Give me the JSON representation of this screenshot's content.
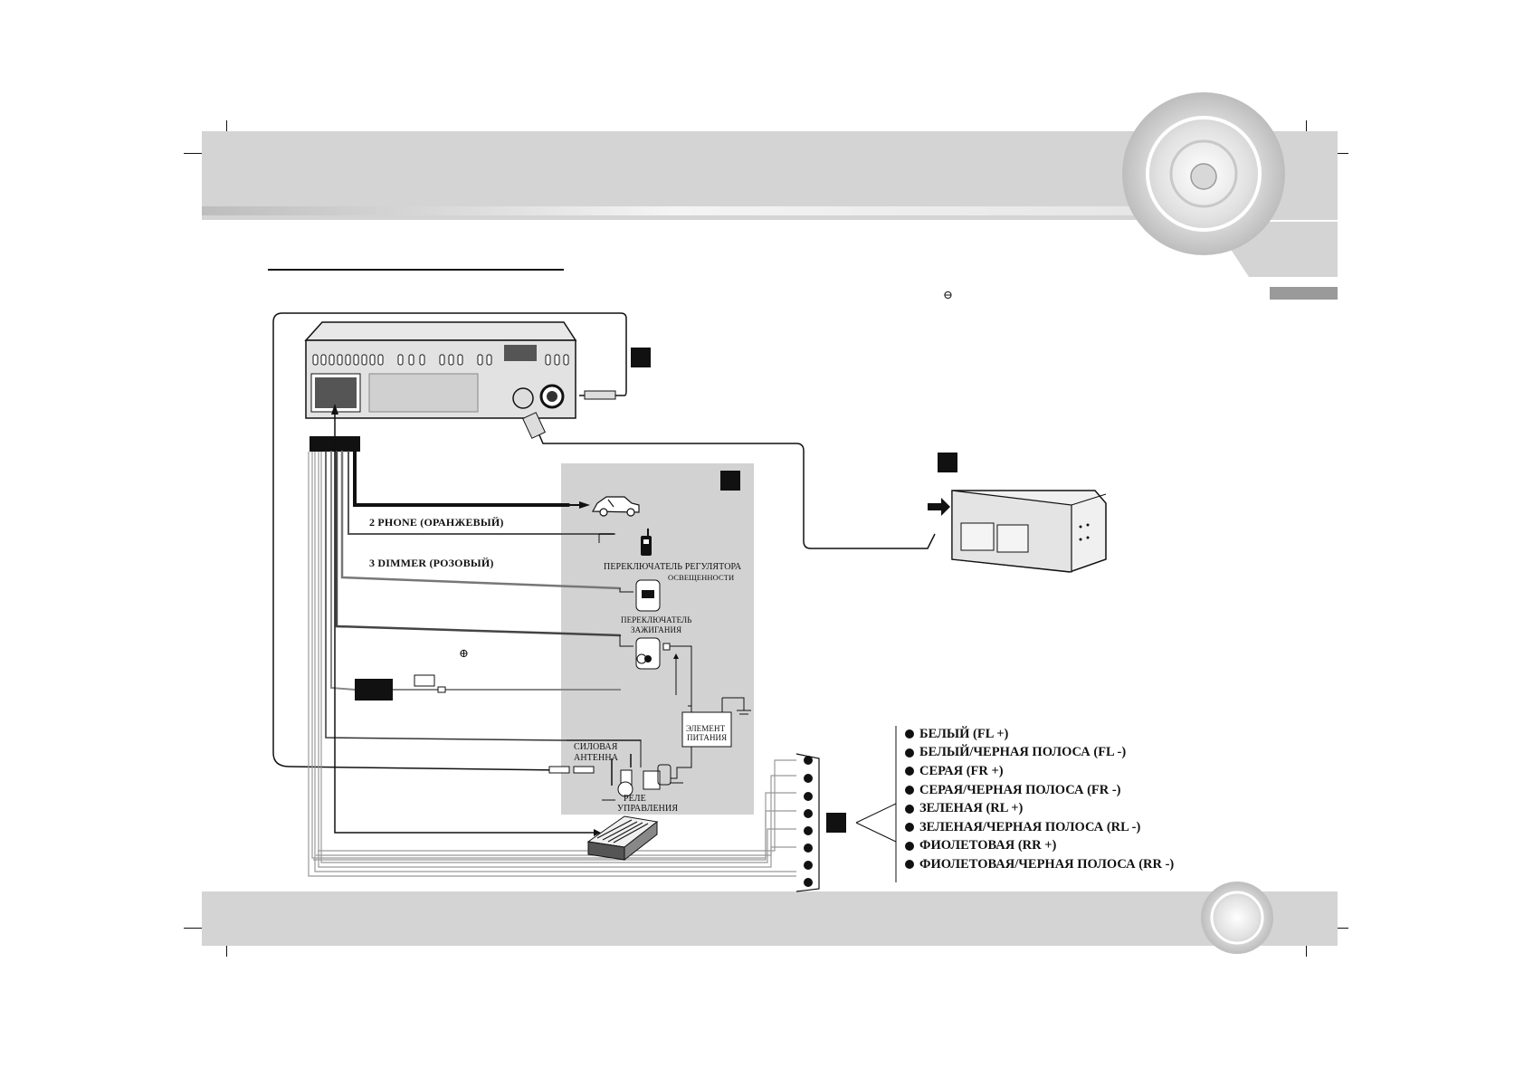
{
  "wires": {
    "phone": "2 PHONE (ОРАНЖЕВЫЙ)",
    "dimmer": "3 DIMMER (РОЗОВЫЙ)"
  },
  "components": {
    "dimmer_switch_line1": "ПЕРЕКЛЮЧАТЕЛЬ РЕГУЛЯТОРА",
    "dimmer_switch_line2": "ОСВЕЩЕННОСТИ",
    "ignition_line1": "ПЕРЕКЛЮЧАТЕЛЬ",
    "ignition_line2": "ЗАЖИГАНИЯ",
    "battery_line1": "ЭЛЕМЕНТ",
    "battery_line2": "ПИТАНИЯ",
    "antenna_line1": "СИЛОВАЯ",
    "antenna_line2": "АНТЕННА",
    "relay_line1": "РЕЛЕ",
    "relay_line2": "УПРАВЛЕНИЯ"
  },
  "symbols": {
    "minus": "⊖",
    "plus": "⊕"
  },
  "speaker_legend": [
    "БЕЛЫЙ (FL +)",
    "БЕЛЫЙ/ЧЕРНАЯ ПОЛОСА (FL -)",
    "СЕРАЯ (FR +)",
    "СЕРАЯ/ЧЕРНАЯ ПОЛОСА (FR -)",
    "ЗЕЛЕНАЯ (RL +)",
    "ЗЕЛЕНАЯ/ЧЕРНАЯ ПОЛОСА (RL -)",
    "ФИОЛЕТОВАЯ (RR +)",
    "ФИОЛЕТОВАЯ/ЧЕРНАЯ ПОЛОСА (RR -)"
  ],
  "colors": {
    "band": "#d4d4d4",
    "panel": "#d2d2d2",
    "ink": "#111111"
  }
}
